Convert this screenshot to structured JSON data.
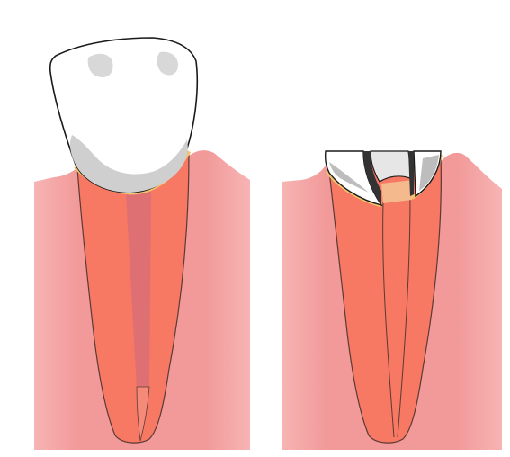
{
  "figure": {
    "panels": [
      {
        "id": "left",
        "subject": "tooth-with-crown"
      },
      {
        "id": "right",
        "subject": "tooth-with-crown-removed"
      }
    ],
    "colors": {
      "background": "#ffffff",
      "gum": "#f28d8d",
      "gum_light": "#f7b0b0",
      "root": "#f77863",
      "root_outline": "#5a3a35",
      "canal": "#d96d76",
      "crown": "#ffffff",
      "crown_shadow": "#cfcfcf",
      "crown_outline": "#1a1a1a",
      "margin": "#f2c36c",
      "core": "#f5b98e"
    }
  }
}
